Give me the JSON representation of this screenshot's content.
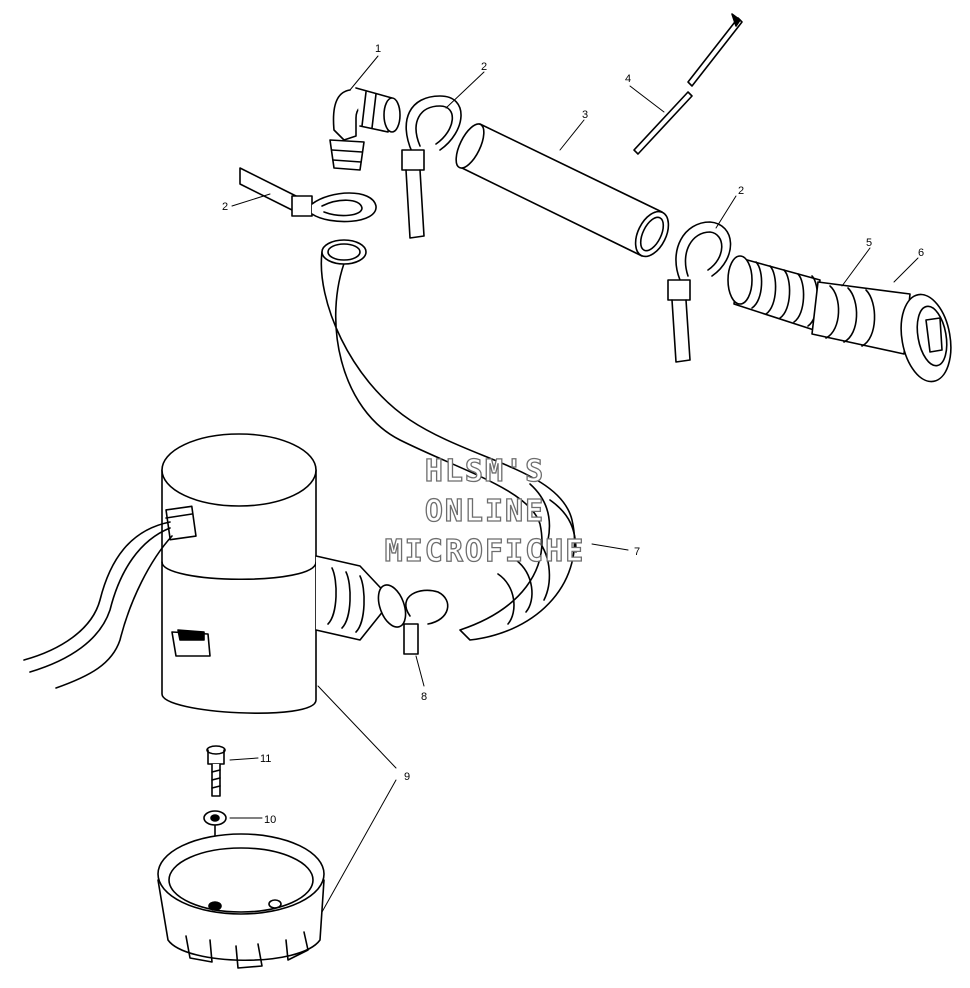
{
  "callouts": [
    "1",
    "2",
    "3",
    "4",
    "2",
    "2",
    "5",
    "6",
    "7",
    "8",
    "9",
    "10",
    "11"
  ],
  "watermark": {
    "line1": "HLSM'S",
    "line2": "ONLINE",
    "line3": "MICROFICHE"
  }
}
